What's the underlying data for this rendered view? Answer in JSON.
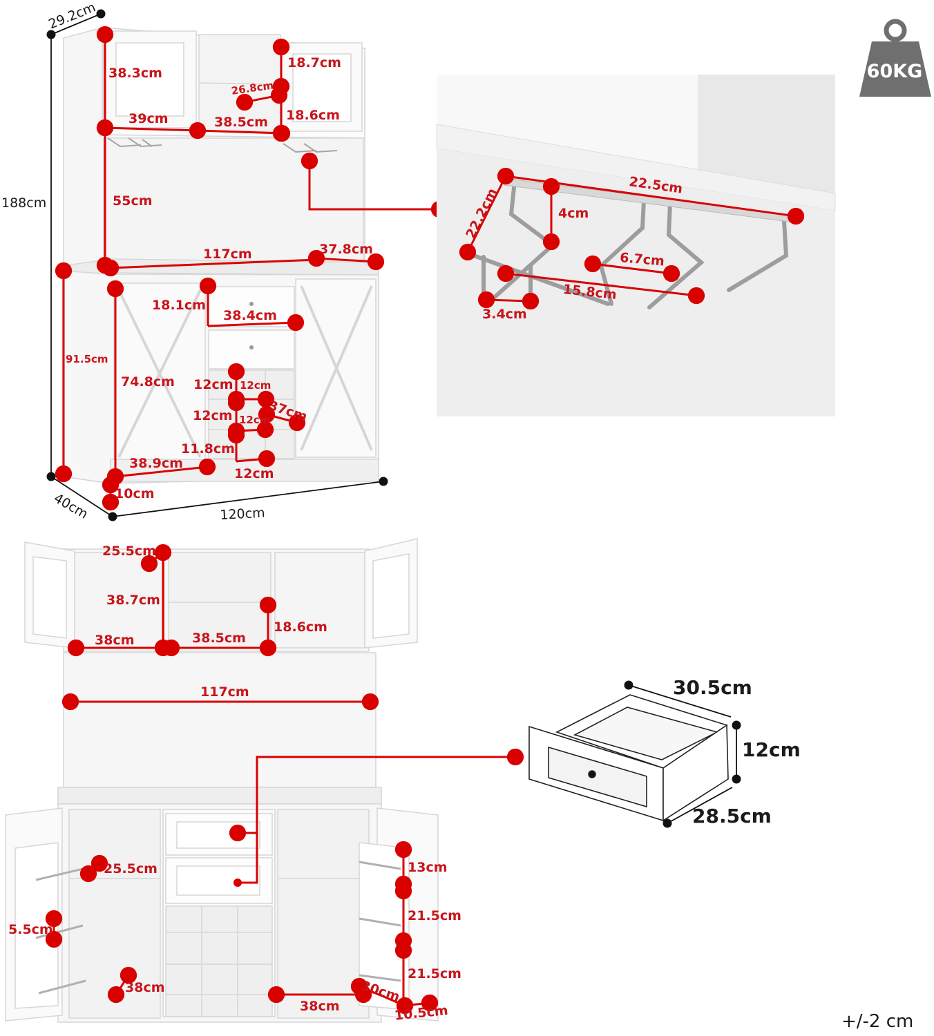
{
  "weight_badge": {
    "label": "60KG"
  },
  "tolerance": "+/-2 cm",
  "overall": {
    "depth_top": "29.2cm",
    "height": "188cm",
    "depth": "40cm",
    "width": "120cm"
  },
  "hutch": {
    "door_height": "38.3cm",
    "door_width": "39cm",
    "center_width": "38.5cm",
    "center_depth": "26.8cm",
    "upper_cubby": "18.7cm",
    "lower_cubby": "18.6cm",
    "open_height": "55cm",
    "counter_width": "117cm",
    "counter_depth": "37.8cm"
  },
  "base": {
    "drawer_height": "18.1cm",
    "drawer_width": "38.4cm",
    "base_height": "91.5cm",
    "door_height": "74.8cm",
    "wine_cell_height_1": "12cm",
    "wine_cell_width_1": "12cm",
    "wine_cell_height_2": "12cm",
    "wine_cell_width_2": "12cm",
    "wine_depth": "37cm",
    "wine_cell_height_3": "11.8cm",
    "wine_cell_width_bottom": "12cm",
    "door_width": "38.9cm",
    "leg_height": "10cm"
  },
  "glass_rack": {
    "length": "22.5cm",
    "width": "22.2cm",
    "drop": "4cm",
    "slot_gap": "6.7cm",
    "span": "15.8cm",
    "slot_width": "3.4cm"
  },
  "interior_top": {
    "shelf_depth": "25.5cm",
    "cabinet_height": "38.7cm",
    "cabinet_width": "38cm",
    "center_width": "38.5cm",
    "cubby_height": "18.6cm",
    "counter_width": "117cm"
  },
  "interior_bottom": {
    "shelf_depth": "25.5cm",
    "rack_gap": "5.5cm",
    "cab_depth": "38cm",
    "cab_width": "38cm",
    "door_shelf_depth": "30cm",
    "door_rack_width": "10.5cm",
    "rack_h1": "13cm",
    "rack_h2": "21.5cm",
    "rack_h3": "21.5cm"
  },
  "drawer_detail": {
    "length": "30.5cm",
    "height": "12cm",
    "depth": "28.5cm"
  }
}
